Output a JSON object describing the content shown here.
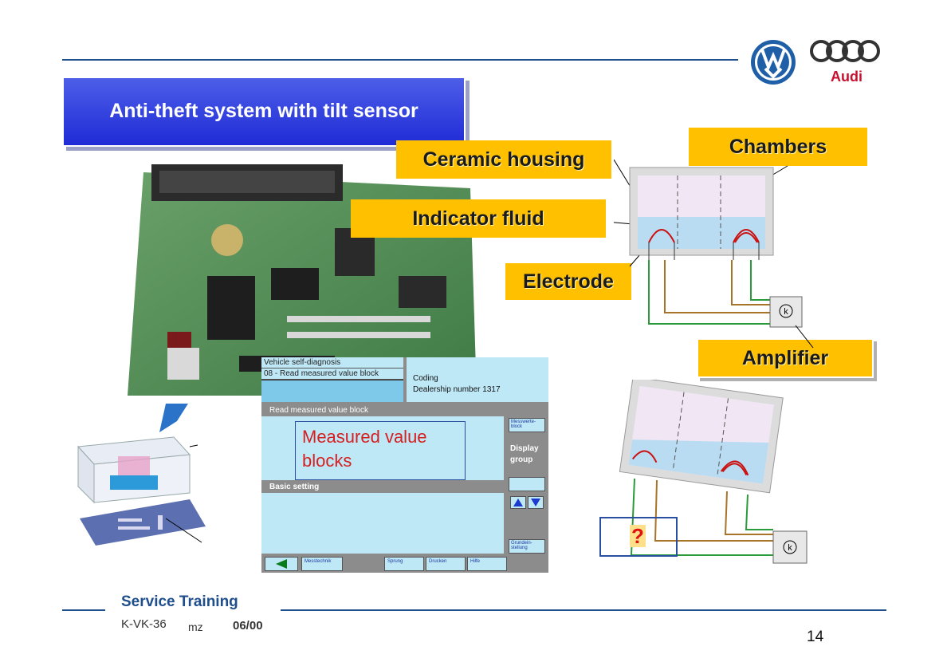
{
  "header": {
    "title": "Anti-theft system with tilt sensor",
    "vw_logo": "VW",
    "audi_logo": "Audi"
  },
  "labels": {
    "ceramic": "Ceramic housing",
    "chambers": "Chambers",
    "indicator": "Indicator fluid",
    "electrode": "Electrode",
    "amplifier": "Amplifier"
  },
  "tester": {
    "head_left_line1": "Vehicle self-diagnosis",
    "head_left_line2": "08 - Read measured value block",
    "head_right_line1": "Coding",
    "head_right_line2": "Dealership number 1317",
    "bar1": "Read measured value block",
    "bar2": "Basic setting",
    "side_btn1": "Messwerte-block",
    "side_text": "Display group",
    "side_btn3": "Grundein-stellung",
    "foot_btn1": "Messtechnik",
    "foot_btn2": "Sprung",
    "foot_btn3": "Drucken",
    "foot_btn4": "Hilfe"
  },
  "overlay": {
    "measured_value_blocks": "Measured value blocks",
    "question": "?"
  },
  "footer": {
    "service_training": "Service Training",
    "code": "K-VK-36",
    "author": "mz",
    "date": "06/00",
    "page_number": "14"
  },
  "colors": {
    "accent_blue": "#1f4e8c",
    "label_yellow": "#ffc000",
    "title_blue": "#1f2bd6",
    "tester_cyan": "#bfe8f7"
  }
}
